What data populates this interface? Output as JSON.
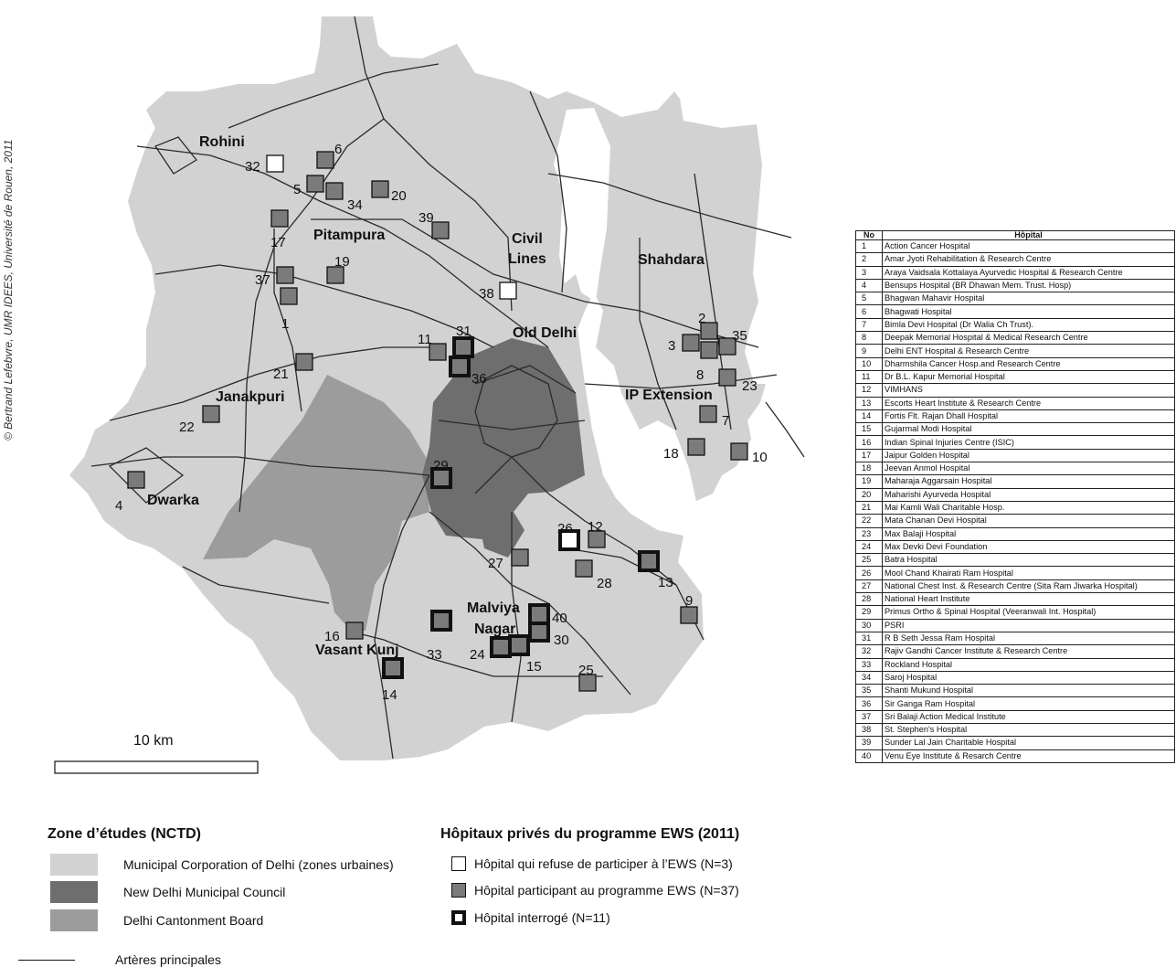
{
  "credit": "© Bertrand Lefebvre, UMR IDEES, Université de Rouen, 2011",
  "colors": {
    "mcd": "#d2d2d2",
    "ndmc": "#6e6e6e",
    "cantonment": "#9c9c9c",
    "participating": "#7b7b7b",
    "refusing": "#ffffff",
    "roads": "#2a2a2a"
  },
  "map": {
    "places": [
      "Rohini",
      "Pitampura",
      "Civil",
      "Lines",
      "Shahdara",
      "Old Delhi",
      "Janakpuri",
      "IP Extension",
      "Dwarka",
      "Malviya",
      "Nagar",
      "Vasant Kunj"
    ],
    "hospital_numbers": [
      "1",
      "2",
      "3",
      "4",
      "5",
      "6",
      "7",
      "8",
      "9",
      "10",
      "11",
      "12",
      "13",
      "14",
      "15",
      "16",
      "17",
      "18",
      "19",
      "20",
      "21",
      "22",
      "23",
      "24",
      "25",
      "26",
      "27",
      "28",
      "29",
      "30",
      "31",
      "32",
      "33",
      "34",
      "35",
      "36",
      "37",
      "38",
      "39",
      "40"
    ],
    "refusing_numbers": [
      "26",
      "32",
      "38"
    ],
    "interviewed_numbers": [
      "13",
      "14",
      "15",
      "24",
      "26",
      "29",
      "30",
      "31",
      "33",
      "36",
      "40"
    ],
    "scale_label": "10 km",
    "scale_km": 10
  },
  "table": {
    "header_no": "No",
    "header_name": "Hôpital",
    "rows": [
      {
        "no": "1",
        "name": "Action Cancer Hospital"
      },
      {
        "no": "2",
        "name": "Amar Jyoti Rehabilitation & Research Centre"
      },
      {
        "no": "3",
        "name": "Araya Vaidsala Kottalaya Ayurvedic Hospital & Research Centre"
      },
      {
        "no": "4",
        "name": "Bensups Hospital (BR Dhawan Mem. Trust. Hosp)"
      },
      {
        "no": "5",
        "name": "Bhagwan Mahavir Hospital"
      },
      {
        "no": "6",
        "name": "Bhagwati Hospital"
      },
      {
        "no": "7",
        "name": "Bimla Devi Hospital (Dr Walia Ch Trust)."
      },
      {
        "no": "8",
        "name": "Deepak Memorial Hospital & Medical Research Centre"
      },
      {
        "no": "9",
        "name": "Delhi ENT Hospital & Research Centre"
      },
      {
        "no": "10",
        "name": "Dharmshila Cancer Hosp.and Research Centre"
      },
      {
        "no": "11",
        "name": "Dr B.L. Kapur Memorial Hospital"
      },
      {
        "no": "12",
        "name": "VIMHANS"
      },
      {
        "no": "13",
        "name": "Escorts Heart Institute & Research Centre"
      },
      {
        "no": "14",
        "name": "Fortis Flt. Rajan Dhall Hospital"
      },
      {
        "no": "15",
        "name": "Gujarmal Modi Hospital"
      },
      {
        "no": "16",
        "name": "Indian Spinal Injuries Centre (ISIC)"
      },
      {
        "no": "17",
        "name": "Jaipur Golden Hospital"
      },
      {
        "no": "18",
        "name": "Jeevan Anmol Hospital"
      },
      {
        "no": "19",
        "name": "Maharaja Aggarsain Hospital"
      },
      {
        "no": "20",
        "name": "Maharishi Ayurveda Hospital"
      },
      {
        "no": "21",
        "name": "Mai Kamli Wali Charitable Hosp."
      },
      {
        "no": "22",
        "name": "Mata Chanan Devi Hospital"
      },
      {
        "no": "23",
        "name": "Max Balaji Hospital"
      },
      {
        "no": "24",
        "name": "Max Devki Devi Foundation"
      },
      {
        "no": "25",
        "name": "Batra Hospital"
      },
      {
        "no": "26",
        "name": "Mool Chand Khairati Ram Hospital"
      },
      {
        "no": "27",
        "name": "National Chest Inst. & Research Centre (Sita Ram Jiwarka Hospital)"
      },
      {
        "no": "28",
        "name": "National Heart Institute"
      },
      {
        "no": "29",
        "name": "Primus Ortho & Spinal Hospital (Veeranwali Int. Hospital)"
      },
      {
        "no": "30",
        "name": "PSRI"
      },
      {
        "no": "31",
        "name": "R B Seth Jessa Ram Hospital"
      },
      {
        "no": "32",
        "name": "Rajiv Gandhi Cancer Institute & Research Centre"
      },
      {
        "no": "33",
        "name": "Rockland Hospital"
      },
      {
        "no": "34",
        "name": "Saroj Hospital"
      },
      {
        "no": "35",
        "name": "Shanti Mukund Hospital"
      },
      {
        "no": "36",
        "name": "Sir Ganga Ram Hospital"
      },
      {
        "no": "37",
        "name": "Sri Balaji Action Medical Institute"
      },
      {
        "no": "38",
        "name": "St. Stephen's Hospital"
      },
      {
        "no": "39",
        "name": "Sunder Lal Jain Charitable Hospital"
      },
      {
        "no": "40",
        "name": "Venu Eye Institute & Resarch Centre"
      }
    ]
  },
  "legend_zones": {
    "title": "Zone d’études (NCTD)",
    "items": [
      {
        "label": "Municipal Corporation of Delhi (zones urbaines)",
        "color": "#d2d2d2"
      },
      {
        "label": "New Delhi Municipal Council",
        "color": "#6e6e6e"
      },
      {
        "label": "Delhi Cantonment Board",
        "color": "#9c9c9c"
      }
    ],
    "roads_label": "Artères principales"
  },
  "legend_hospitals": {
    "title": "Hôpitaux privés du programme EWS (2011)",
    "items": [
      {
        "label": "Hôpital qui refuse de participer à l’EWS (N=3)",
        "kind": "refuse"
      },
      {
        "label": "Hôpital participant au programme EWS (N=37)",
        "kind": "participant"
      },
      {
        "label": "Hôpital interrogé (N=11)",
        "kind": "interviewed"
      }
    ]
  }
}
